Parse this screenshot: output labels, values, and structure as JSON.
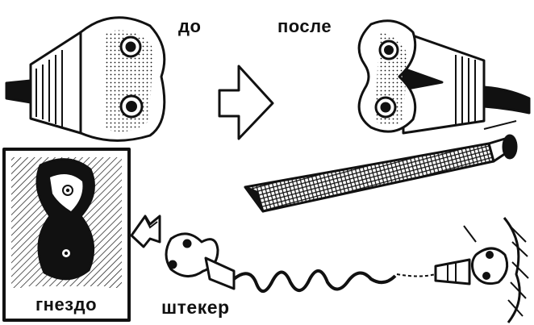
{
  "labels": {
    "before": "до",
    "after": "после",
    "socket": "гнездо",
    "plug": "штекер"
  },
  "colors": {
    "ink": "#111111",
    "paper": "#ffffff"
  },
  "icons": [
    "plug-before-icon",
    "arrow-right-icon",
    "plug-after-icon",
    "file-tool-icon",
    "socket-icon",
    "arrow-left-icon",
    "plug-with-cord-icon",
    "wall-outlet-icon"
  ]
}
